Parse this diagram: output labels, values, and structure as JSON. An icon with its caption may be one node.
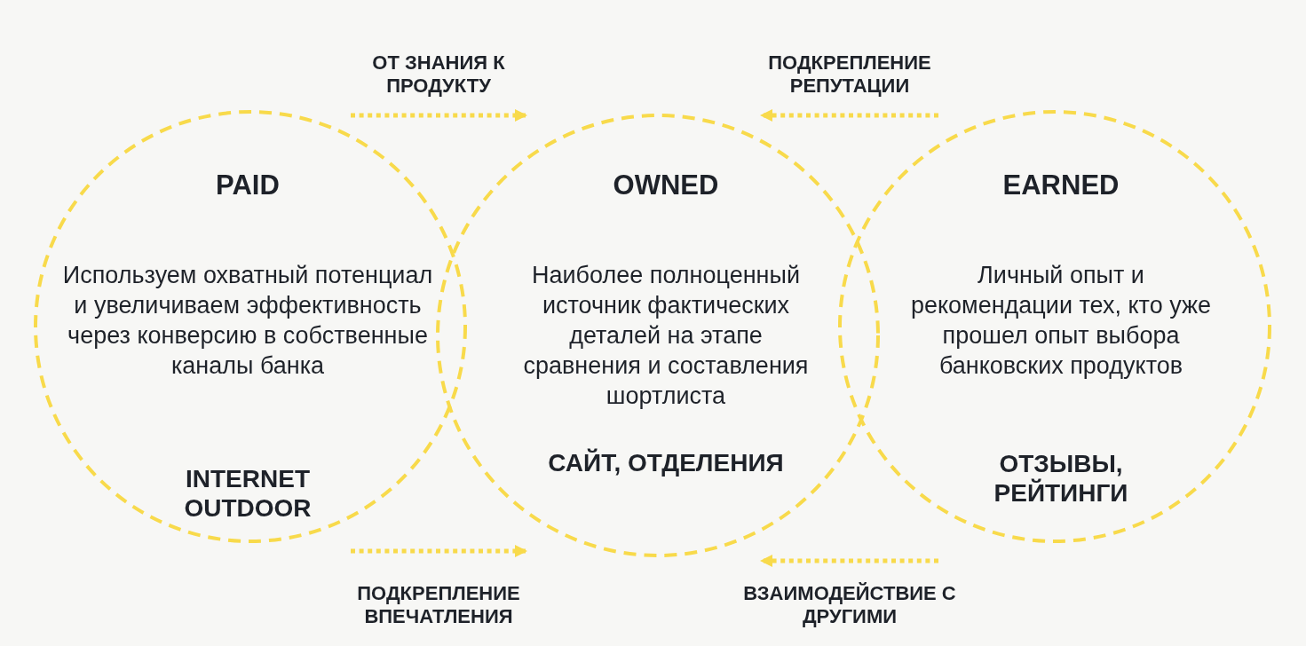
{
  "diagram": {
    "nodes": [
      {
        "text": [
          "PAID",
          "Используем охватный потенциал и увеличиваем эффективность через конверсию в собственные каналы банка",
          "INTERNET OUTDOOR"
        ]
      },
      {
        "text": [
          "OWNED",
          "Наиболее полноценный источник фактических деталей на этапе сравнения и составления шортлиста",
          "САЙТ, ОТДЕЛЕНИЯ"
        ]
      },
      {
        "text": [
          "EARNED",
          "Личный опыт и рекомендации тех, кто уже прошел опыт выбора банковских продуктов",
          "ОТЗЫВЫ, РЕЙТИНГИ"
        ]
      }
    ],
    "edges": [
      {
        "from": 0,
        "to": 1,
        "arrow": "to",
        "label": "ОТ ЗНАНИЯ К ПРОДУКТУ",
        "style": "dashed"
      },
      {
        "from": 2,
        "to": 1,
        "arrow": "to",
        "label": "ПОДКРЕПЛЕНИЕ РЕПУТАЦИИ",
        "style": "dashed"
      },
      {
        "from": 0,
        "to": 1,
        "arrow": "to",
        "label": "ПОДКРЕПЛЕНИЕ ВПЕЧАТЛЕНИЯ",
        "style": "dashed"
      },
      {
        "from": 2,
        "to": 1,
        "arrow": "to",
        "label": "ВЗАИМОДЕЙСТВИЕ С ДРУГИМИ",
        "style": "dashed"
      }
    ]
  }
}
